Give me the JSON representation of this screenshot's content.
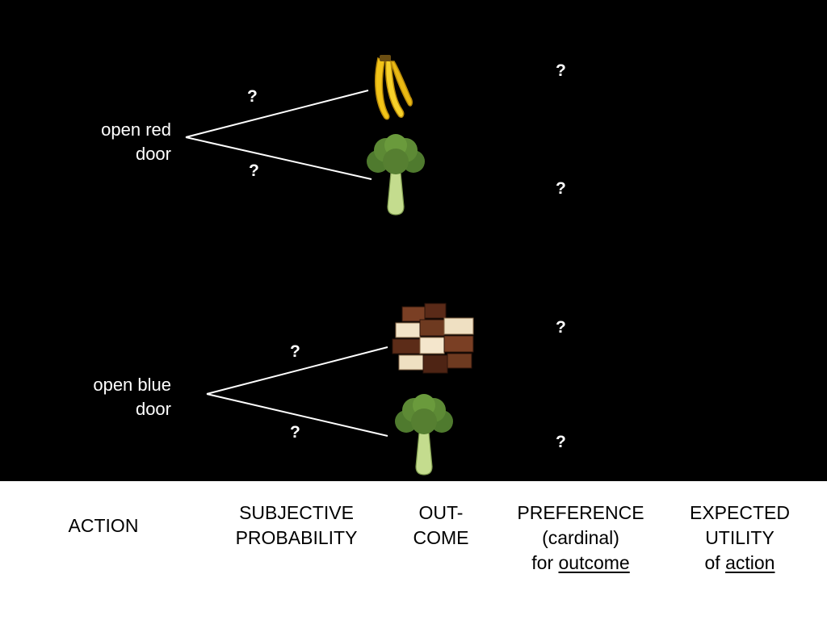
{
  "actions": [
    {
      "line1": "open red",
      "line2": "door"
    },
    {
      "line1": "open blue",
      "line2": "door"
    }
  ],
  "unknown": "?",
  "outcome_icons": [
    "banana-icon",
    "broccoli-icon",
    "chocolate-icon",
    "broccoli-icon"
  ],
  "columns": {
    "action": {
      "line1": "ACTION"
    },
    "probability": {
      "line1": "SUBJECTIVE",
      "line2": "PROBABILITY"
    },
    "outcome": {
      "line1": "OUT-",
      "line2": "COME"
    },
    "preference": {
      "line1": "PREFERENCE",
      "line2": "(cardinal)",
      "line3_prefix": "for ",
      "line3_link": "outcome"
    },
    "expected_utility": {
      "line1": "EXPECTED",
      "line2": "UTILITY",
      "line3_prefix": "of ",
      "line3_link": "action"
    }
  }
}
